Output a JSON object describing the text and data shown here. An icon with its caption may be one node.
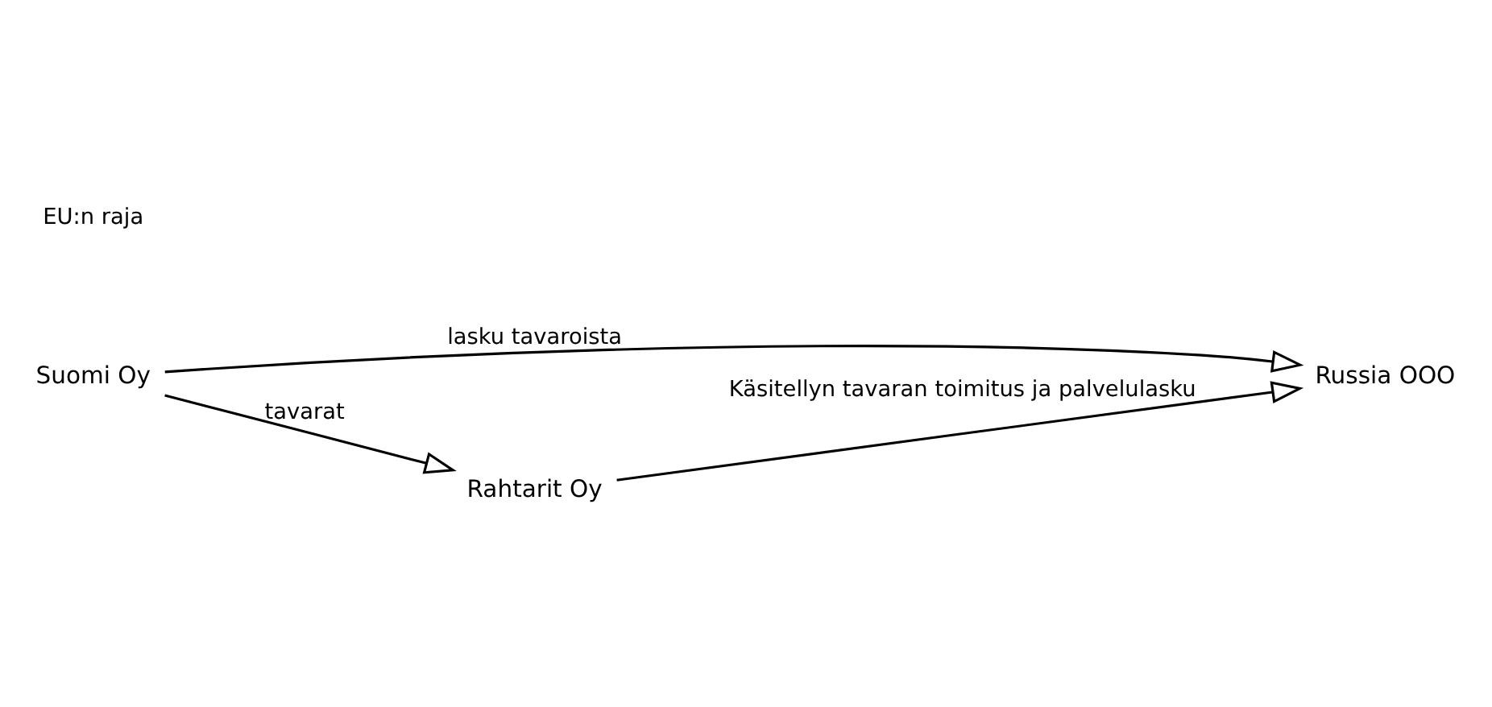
{
  "diagram": {
    "nodes": [
      {
        "text": [
          "Suomi Oy"
        ]
      },
      {
        "text": [
          "Russia OOO"
        ]
      },
      {
        "text": [
          "Rahtarit Oy"
        ]
      }
    ],
    "edges": [
      {
        "from": 0,
        "to": 1,
        "arrow": "to",
        "label": "lasku tavaroista"
      },
      {
        "from": 0,
        "to": 2,
        "arrow": "to",
        "label": "tavarat"
      },
      {
        "from": 2,
        "to": 1,
        "arrow": "to",
        "label": "Käsitellyn tavaran toimitus ja palvelulasku"
      }
    ],
    "labels": [
      "EU:n raja"
    ]
  }
}
